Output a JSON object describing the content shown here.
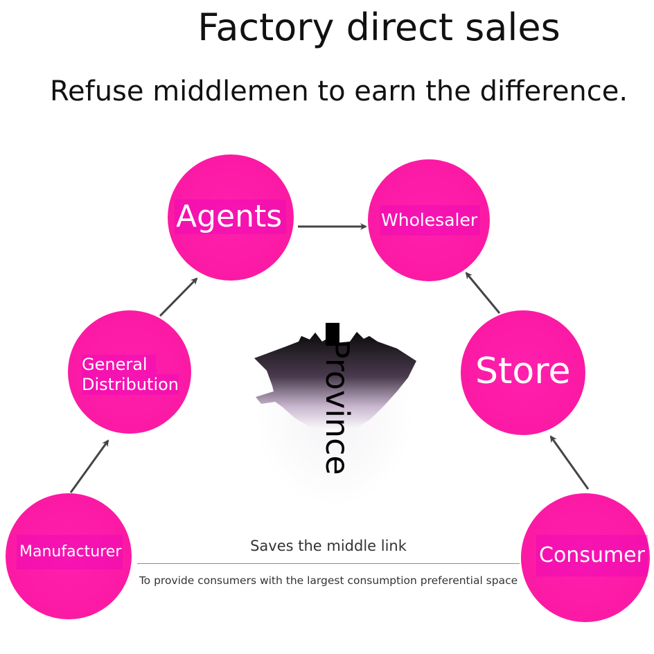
{
  "title": "Factory direct sales",
  "subtitle": "Refuse middlemen to earn the difference.",
  "nodes": {
    "agents": "Agents",
    "wholesaler": "Wholesaler",
    "general_distribution_line1": "General",
    "general_distribution_line2": "Distribution",
    "store": "Store",
    "manufacturer": "Manufacturer",
    "consumer": "Consumer"
  },
  "center_label": "Province",
  "middle_link_text": "Saves the middle link",
  "bottom_text": "To provide consumers with the largest consumption preferential space",
  "colors": {
    "node_fill": "#fb1aa4",
    "node_text": "#ffffff",
    "arrow": "#444444"
  }
}
